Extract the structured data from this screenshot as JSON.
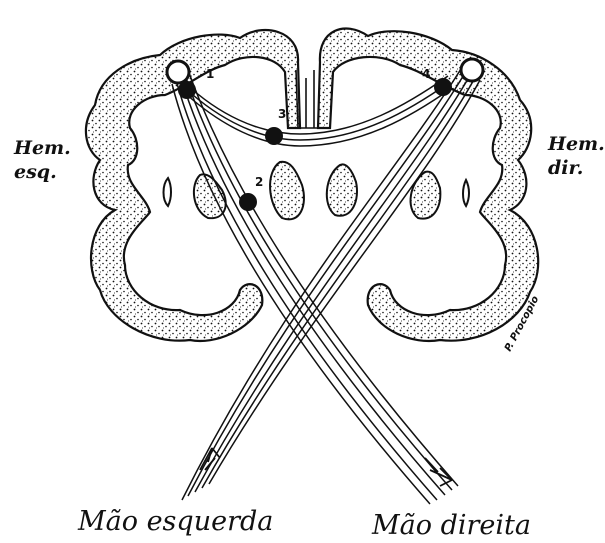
{
  "labels": {
    "left_hemisphere_line1": "Hem.",
    "left_hemisphere_line2": "esq.",
    "right_hemisphere_line1": "Hem.",
    "right_hemisphere_line2": "dir.",
    "left_hand": "Mão esquerda",
    "right_hand": "Mão direita",
    "signature": "P. Procopio"
  },
  "markers": [
    {
      "id": "1",
      "label": "1"
    },
    {
      "id": "2",
      "label": "2"
    },
    {
      "id": "3",
      "label": "3"
    },
    {
      "id": "4",
      "label": "4"
    }
  ],
  "colors": {
    "ink": "#111111",
    "paper": "#ffffff"
  }
}
